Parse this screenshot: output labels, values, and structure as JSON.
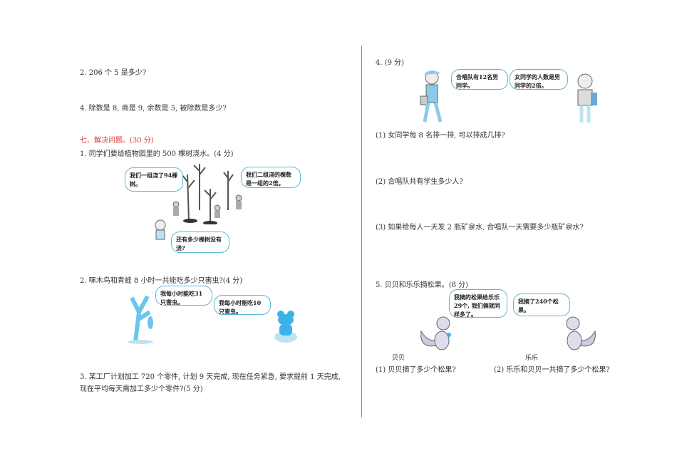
{
  "left": {
    "q2": "2.  206 个 5 是多少?",
    "q4": "4.  除数是 8, 商是 9, 余数是 5, 被除数是多少?",
    "section_heading": "七、解决问题。(30 分)",
    "p1": {
      "text": "1. 同学们要给植物园里的 500 棵树浇水。(4 分)",
      "bubble_a": "我们一组浇了94棵树。",
      "bubble_b": "我们二组浇的棵数是一组的2倍。",
      "bubble_c": "还有多少棵树没有浇?"
    },
    "p2": {
      "text": "2. 啄木鸟和青蛙 8 小时一共能吃多少只害虫?(4 分)",
      "bubble_a": "我每小时能吃31只害虫。",
      "bubble_b": "我每小时能吃10只害虫。"
    },
    "p3": {
      "line1": "3. 某工厂计划加工 720 个零件, 计划 9 天完成, 现在任务紧急, 要求提前 1 天完成,",
      "line2": "现在平均每天需加工多少个零件?(5 分)"
    }
  },
  "right": {
    "p4": {
      "text": "4. (9 分)",
      "bubble_a": "合唱队有12名男同学。",
      "bubble_b": "女同学的人数是男同学的2倍。",
      "sub1": "(1) 女同学每 8 名排一排, 可以排成几排?",
      "sub2": "(2) 合唱队共有学生多少人?",
      "sub3": "(3) 如果给每人一天发 2 瓶矿泉水, 合唱队一天需要多少瓶矿泉水?"
    },
    "p5": {
      "text": "5. 贝贝和乐乐摘松果。(8 分)",
      "bubble_a": "我摘的松果给乐乐29个, 我们俩就同样多了。",
      "bubble_b": "我摘了240个松果。",
      "name_a": "贝贝",
      "name_b": "乐乐",
      "sub1": "(1) 贝贝摘了多少个松果?",
      "sub2": "(2) 乐乐和贝贝一共摘了多少个松果?"
    }
  },
  "colors": {
    "heading": "#e0393e",
    "bubble_border": "#5bb8d6",
    "illustration_blue": "#6cc5ee"
  }
}
